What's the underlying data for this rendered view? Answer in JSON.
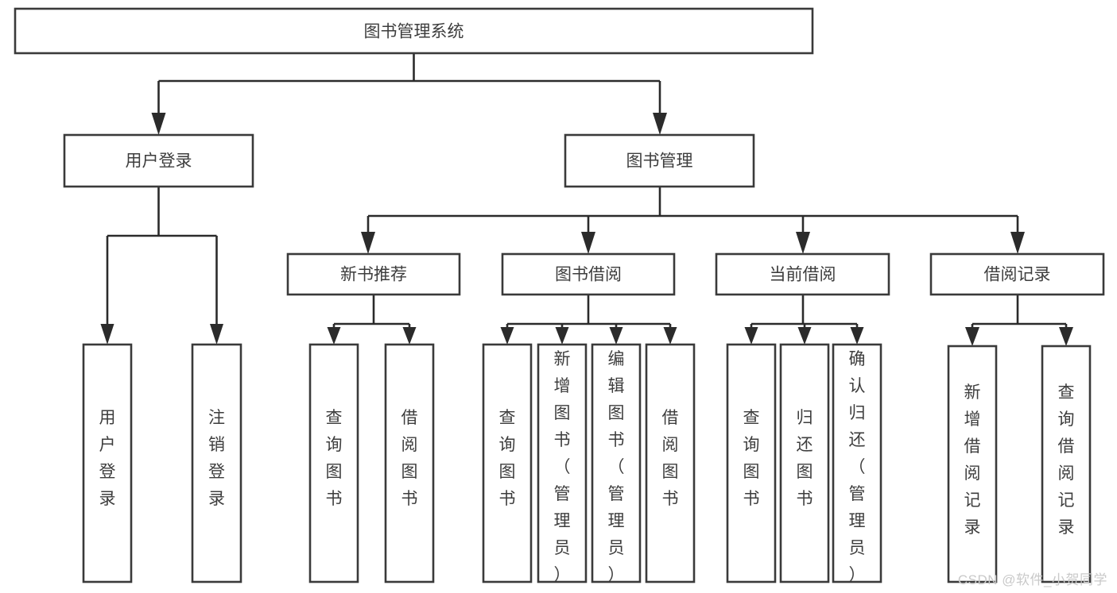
{
  "diagram": {
    "type": "tree",
    "orientation": "top-down",
    "title": "图书管理系统",
    "watermark": "CSDN @软件_小贺同学",
    "colors": {
      "box_stroke": "#3a3a3a",
      "box_fill": "#ffffff",
      "connector": "#2b2b2b",
      "label": "#3d3d3d",
      "background": "#ffffff",
      "watermark": "#c9c9c9"
    },
    "nodes": {
      "root": {
        "label": "图书管理系统",
        "level": 0,
        "orientation": "horizontal"
      },
      "l1": [
        {
          "id": "user-login",
          "label": "用户登录",
          "orientation": "horizontal"
        },
        {
          "id": "book-manage",
          "label": "图书管理",
          "orientation": "horizontal"
        }
      ],
      "l2": [
        {
          "id": "new-book-recommend",
          "label": "新书推荐",
          "orientation": "horizontal",
          "parent": "book-manage"
        },
        {
          "id": "book-borrow",
          "label": "图书借阅",
          "orientation": "horizontal",
          "parent": "book-manage"
        },
        {
          "id": "current-borrow",
          "label": "当前借阅",
          "orientation": "horizontal",
          "parent": "book-manage"
        },
        {
          "id": "borrow-record",
          "label": "借阅记录",
          "orientation": "horizontal",
          "parent": "book-manage"
        }
      ],
      "leaves": [
        {
          "id": "leaf-user-login",
          "label": "用户登录",
          "orientation": "vertical",
          "parent": "user-login"
        },
        {
          "id": "leaf-logout",
          "label": "注销登录",
          "orientation": "vertical",
          "parent": "user-login"
        },
        {
          "id": "leaf-query-book-1",
          "label": "查询图书",
          "orientation": "vertical",
          "parent": "new-book-recommend"
        },
        {
          "id": "leaf-borrow-book-1",
          "label": "借阅图书",
          "orientation": "vertical",
          "parent": "new-book-recommend"
        },
        {
          "id": "leaf-query-book-2",
          "label": "查询图书",
          "orientation": "vertical",
          "parent": "book-borrow"
        },
        {
          "id": "leaf-add-book",
          "label": "新增图书（管理员）",
          "orientation": "vertical",
          "parent": "book-borrow"
        },
        {
          "id": "leaf-edit-book",
          "label": "编辑图书（管理员）",
          "orientation": "vertical",
          "parent": "book-borrow"
        },
        {
          "id": "leaf-borrow-book-2",
          "label": "借阅图书",
          "orientation": "vertical",
          "parent": "book-borrow"
        },
        {
          "id": "leaf-query-book-3",
          "label": "查询图书",
          "orientation": "vertical",
          "parent": "current-borrow"
        },
        {
          "id": "leaf-return-book",
          "label": "归还图书",
          "orientation": "vertical",
          "parent": "current-borrow"
        },
        {
          "id": "leaf-confirm-return",
          "label": "确认归还（管理员）",
          "orientation": "vertical",
          "parent": "current-borrow"
        },
        {
          "id": "leaf-add-record",
          "label": "新增借阅记录",
          "orientation": "vertical",
          "parent": "borrow-record"
        },
        {
          "id": "leaf-query-record",
          "label": "查询借阅记录",
          "orientation": "vertical",
          "parent": "borrow-record"
        }
      ]
    }
  }
}
